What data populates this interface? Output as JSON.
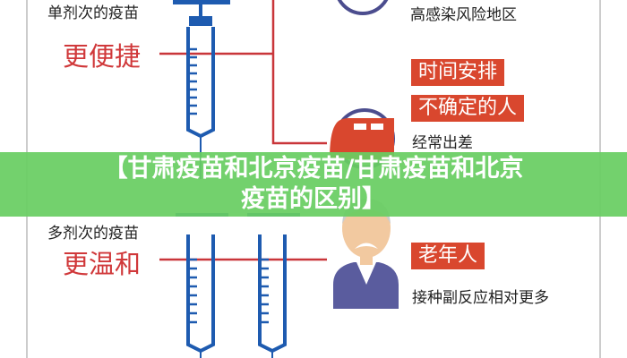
{
  "top": {
    "label": "单剂次的疫苗",
    "benefit": "更便捷",
    "area_text": "高感染风险地区",
    "tag1": "时间安排",
    "tag2": "不确定的人",
    "travel_text": "经常出差"
  },
  "bottom": {
    "label": "多剂次的疫苗",
    "benefit": "更温和",
    "tag": "老年人",
    "note": "接种副反应相对更多"
  },
  "banner": {
    "line1": "【甘肃疫苗和北京疫苗/甘肃疫苗和北京",
    "line2": "疫苗的区别】"
  },
  "colors": {
    "red": "#d0383a",
    "tag": "#d9472e",
    "syringe": "#1e5bb0",
    "circle": "#4b4d8e",
    "banner": "#68ce62"
  },
  "icons": [
    "syringe-icon",
    "train-icon",
    "elderly-person-icon"
  ]
}
